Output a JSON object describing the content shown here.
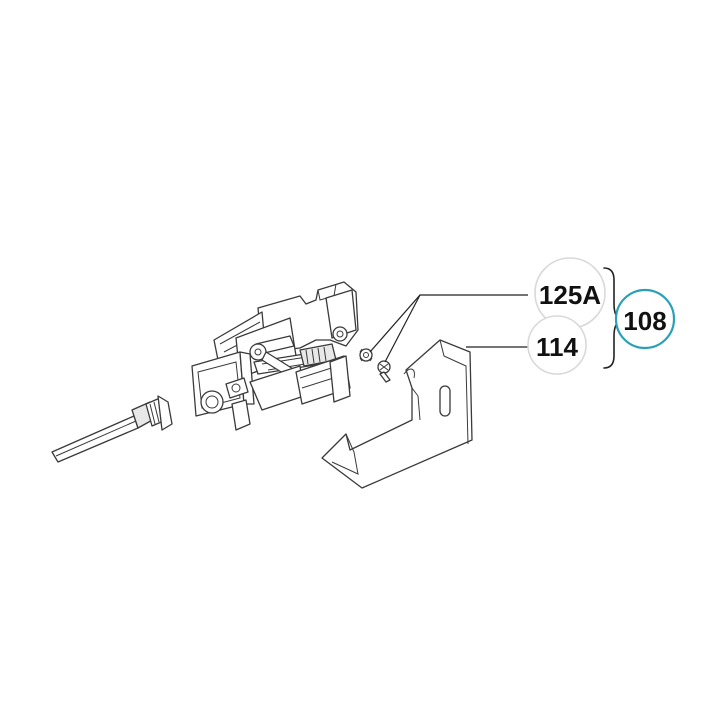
{
  "callouts": {
    "part_125a": "125A",
    "part_114": "114",
    "assembly_108": "108"
  },
  "colors": {
    "line": "#3a3a3a",
    "bubble_outline": "#d9d9d9",
    "assembly_outline": "#2aa0b8"
  }
}
